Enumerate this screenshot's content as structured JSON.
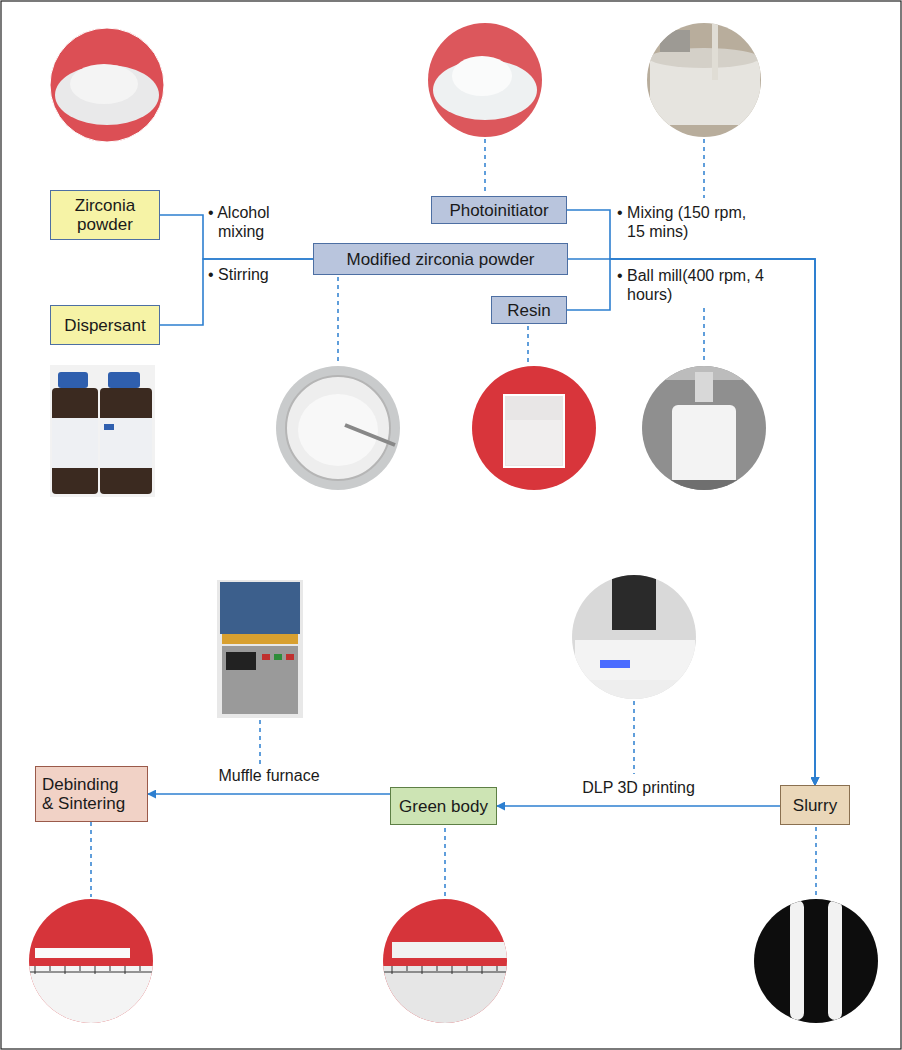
{
  "diagram": {
    "nodes": [
      {
        "text": [
          "Zirconia powder"
        ]
      },
      {
        "text": [
          "Dispersant"
        ]
      },
      {
        "text": [
          "Modified zirconia powder"
        ]
      },
      {
        "text": [
          "Photoinitiator"
        ]
      },
      {
        "text": [
          "Resin"
        ]
      },
      {
        "text": [
          "Slurry"
        ]
      },
      {
        "text": [
          "Green body"
        ]
      },
      {
        "text": [
          "Debinding & Sintering"
        ]
      }
    ],
    "edges": [
      {
        "from": 0,
        "to": 2,
        "arrow": "none"
      },
      {
        "from": 1,
        "to": 2,
        "arrow": "none"
      },
      {
        "from": 2,
        "to": 5,
        "arrow": "to"
      },
      {
        "from": 3,
        "to": 5,
        "arrow": "to"
      },
      {
        "from": 4,
        "to": 5,
        "arrow": "to"
      },
      {
        "from": 5,
        "to": 6,
        "label": "DLP 3D printing",
        "arrow": "to"
      },
      {
        "from": 6,
        "to": 7,
        "label": "Muffle furnace",
        "arrow": "to"
      }
    ],
    "labels": [
      "• Alcohol mixing",
      "• Stirring",
      "• Mixing (150 rpm, 15 mins)",
      "• Ball mill(400 rpm, 4 hours)"
    ]
  }
}
